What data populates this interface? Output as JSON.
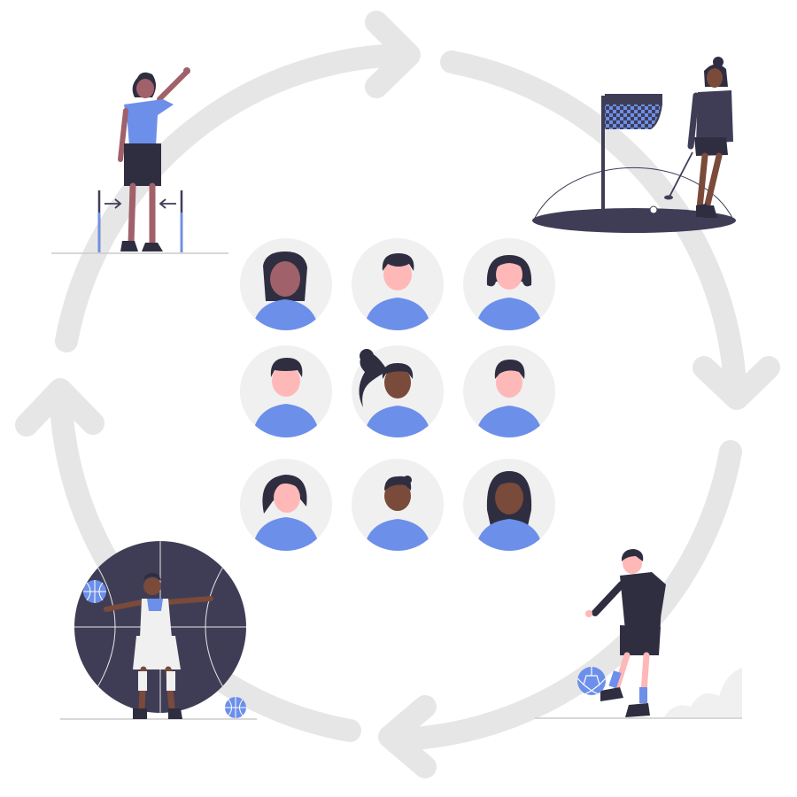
{
  "colors": {
    "arrow_ring": "#e6e6e6",
    "avatar_bg": "#f0f0f0",
    "accent_blue": "#6c8fea",
    "dark_navy": "#3f3d56",
    "hair_dark": "#2f2e41",
    "skin_light": "#ffb8b8",
    "skin_dark": "#a0616a",
    "skin_deep": "#7a4a3a",
    "ground_line": "#cccccc"
  },
  "scene": {
    "cycle_arrows": [
      "arrow-top",
      "arrow-right",
      "arrow-bottom",
      "arrow-left"
    ],
    "sports": [
      "high-jump",
      "golf",
      "soccer",
      "basketball"
    ],
    "avatars": [
      {
        "hair": "long",
        "skin": "skin_dark"
      },
      {
        "hair": "short",
        "skin": "skin_light"
      },
      {
        "hair": "bob",
        "skin": "skin_light"
      },
      {
        "hair": "short",
        "skin": "skin_light"
      },
      {
        "hair": "ponytail",
        "skin": "skin_dark"
      },
      {
        "hair": "short",
        "skin": "skin_light"
      },
      {
        "hair": "wave",
        "skin": "skin_light"
      },
      {
        "hair": "curly",
        "skin": "skin_dark"
      },
      {
        "hair": "long",
        "skin": "skin_dark"
      }
    ]
  }
}
